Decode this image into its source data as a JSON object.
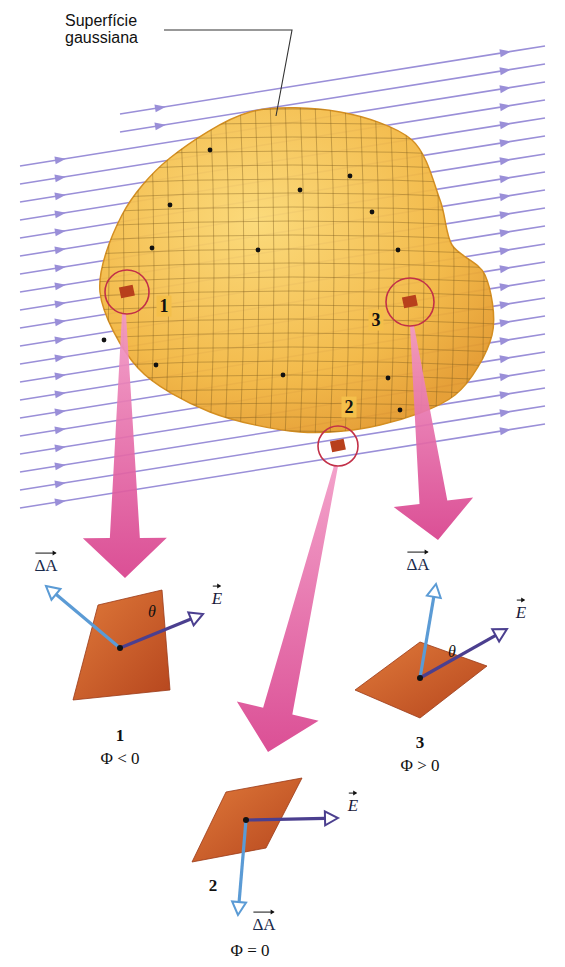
{
  "diagram": {
    "labels": [
      "Superfície gaussiana",
      "1",
      "3",
      "2",
      "ΔA",
      "θ",
      "E",
      "1",
      "Φ < 0",
      "ΔA",
      "θ",
      "E",
      "3",
      "Φ > 0",
      "E",
      "2",
      "ΔA",
      "Φ = 0"
    ]
  }
}
